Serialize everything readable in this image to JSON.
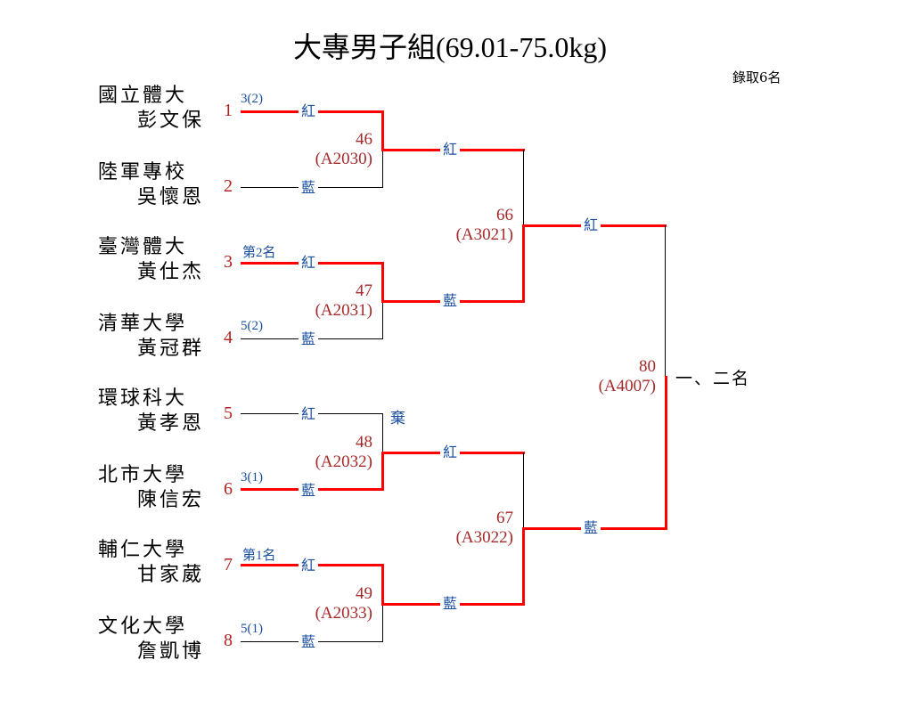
{
  "title": "大專男子組(69.01-75.0kg)",
  "quota": "錄取6名",
  "colors": {
    "winner_line": "#ff0000",
    "loser_line": "#000000",
    "seed": "#b22222",
    "corner": "#1a4fa0",
    "match": "#a52a2a"
  },
  "competitors": [
    {
      "seed": "1",
      "school": "國立體大",
      "name": "彭文保",
      "note": "3(2)"
    },
    {
      "seed": "2",
      "school": "陸軍專校",
      "name": "吳懷恩",
      "note": ""
    },
    {
      "seed": "3",
      "school": "臺灣體大",
      "name": "黃仕杰",
      "note": "第2名"
    },
    {
      "seed": "4",
      "school": "清華大學",
      "name": "黃冠群",
      "note": "5(2)"
    },
    {
      "seed": "5",
      "school": "環球科大",
      "name": "黃孝恩",
      "note": ""
    },
    {
      "seed": "6",
      "school": "北市大學",
      "name": "陳信宏",
      "note": "3(1)"
    },
    {
      "seed": "7",
      "school": "輔仁大學",
      "name": "甘家葳",
      "note": "第1名"
    },
    {
      "seed": "8",
      "school": "文化大學",
      "name": "詹凱博",
      "note": "5(1)"
    }
  ],
  "corners": {
    "red": "紅",
    "blue": "藍"
  },
  "matches": [
    {
      "no": "46",
      "code": "(A2030)"
    },
    {
      "no": "47",
      "code": "(A2031)"
    },
    {
      "no": "48",
      "code": "(A2032)"
    },
    {
      "no": "49",
      "code": "(A2033)"
    },
    {
      "no": "66",
      "code": "(A3021)"
    },
    {
      "no": "67",
      "code": "(A3022)"
    },
    {
      "no": "80",
      "code": "(A4007)"
    }
  ],
  "forfeit": "棄",
  "final_label": "一、二名"
}
